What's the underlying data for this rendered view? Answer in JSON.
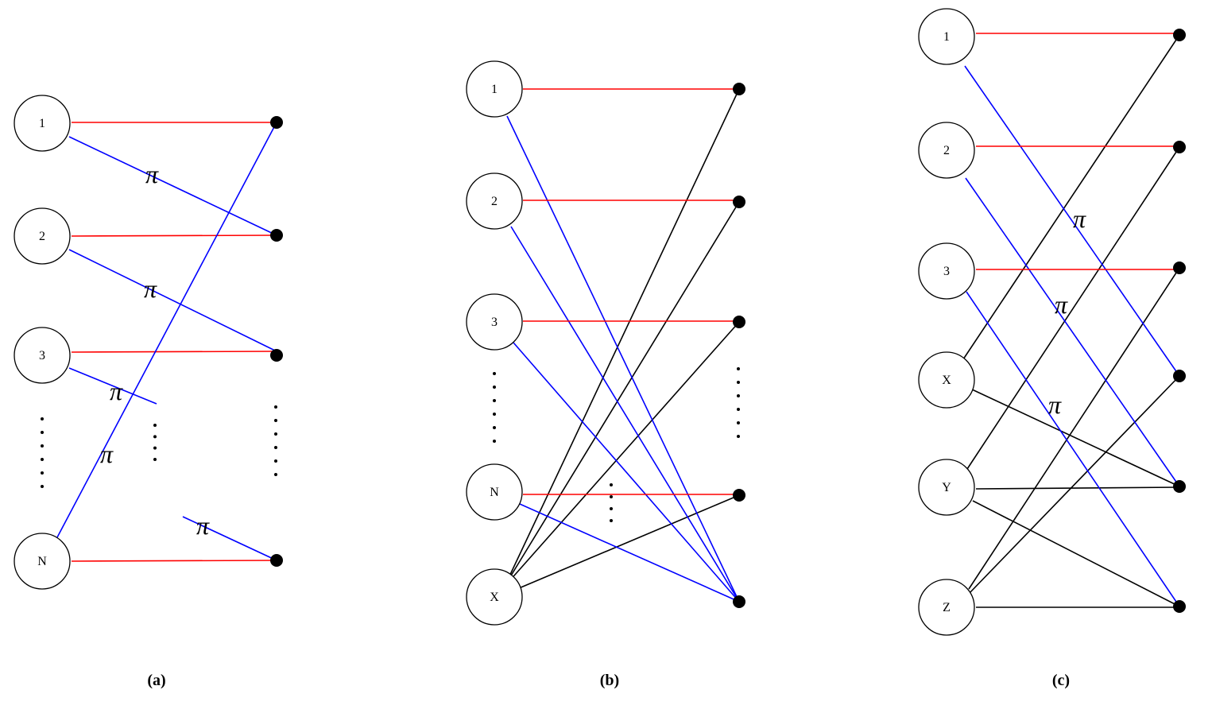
{
  "colors": {
    "red_edge": "#ff0000",
    "blue_edge": "#0000ff",
    "black_edge": "#000000",
    "node_stroke": "#000000",
    "dot_fill": "#000000"
  },
  "panel_a": {
    "caption": "(a)",
    "nodes": [
      "1",
      "2",
      "3",
      "N"
    ],
    "pi_labels": [
      "π",
      "π",
      "π",
      "π",
      "π"
    ],
    "dots_left": "⋮",
    "dots_mid": "⋮",
    "dots_right": "⋮"
  },
  "panel_b": {
    "caption": "(b)",
    "nodes": [
      "1",
      "2",
      "3",
      "N",
      "X"
    ],
    "dots_left": "⋮",
    "dots_mid": "⋮",
    "dots_right": "⋮"
  },
  "panel_c": {
    "caption": "(c)",
    "nodes": [
      "1",
      "2",
      "3",
      "X",
      "Y",
      "Z"
    ],
    "pi_labels": [
      "π",
      "π",
      "π"
    ]
  }
}
